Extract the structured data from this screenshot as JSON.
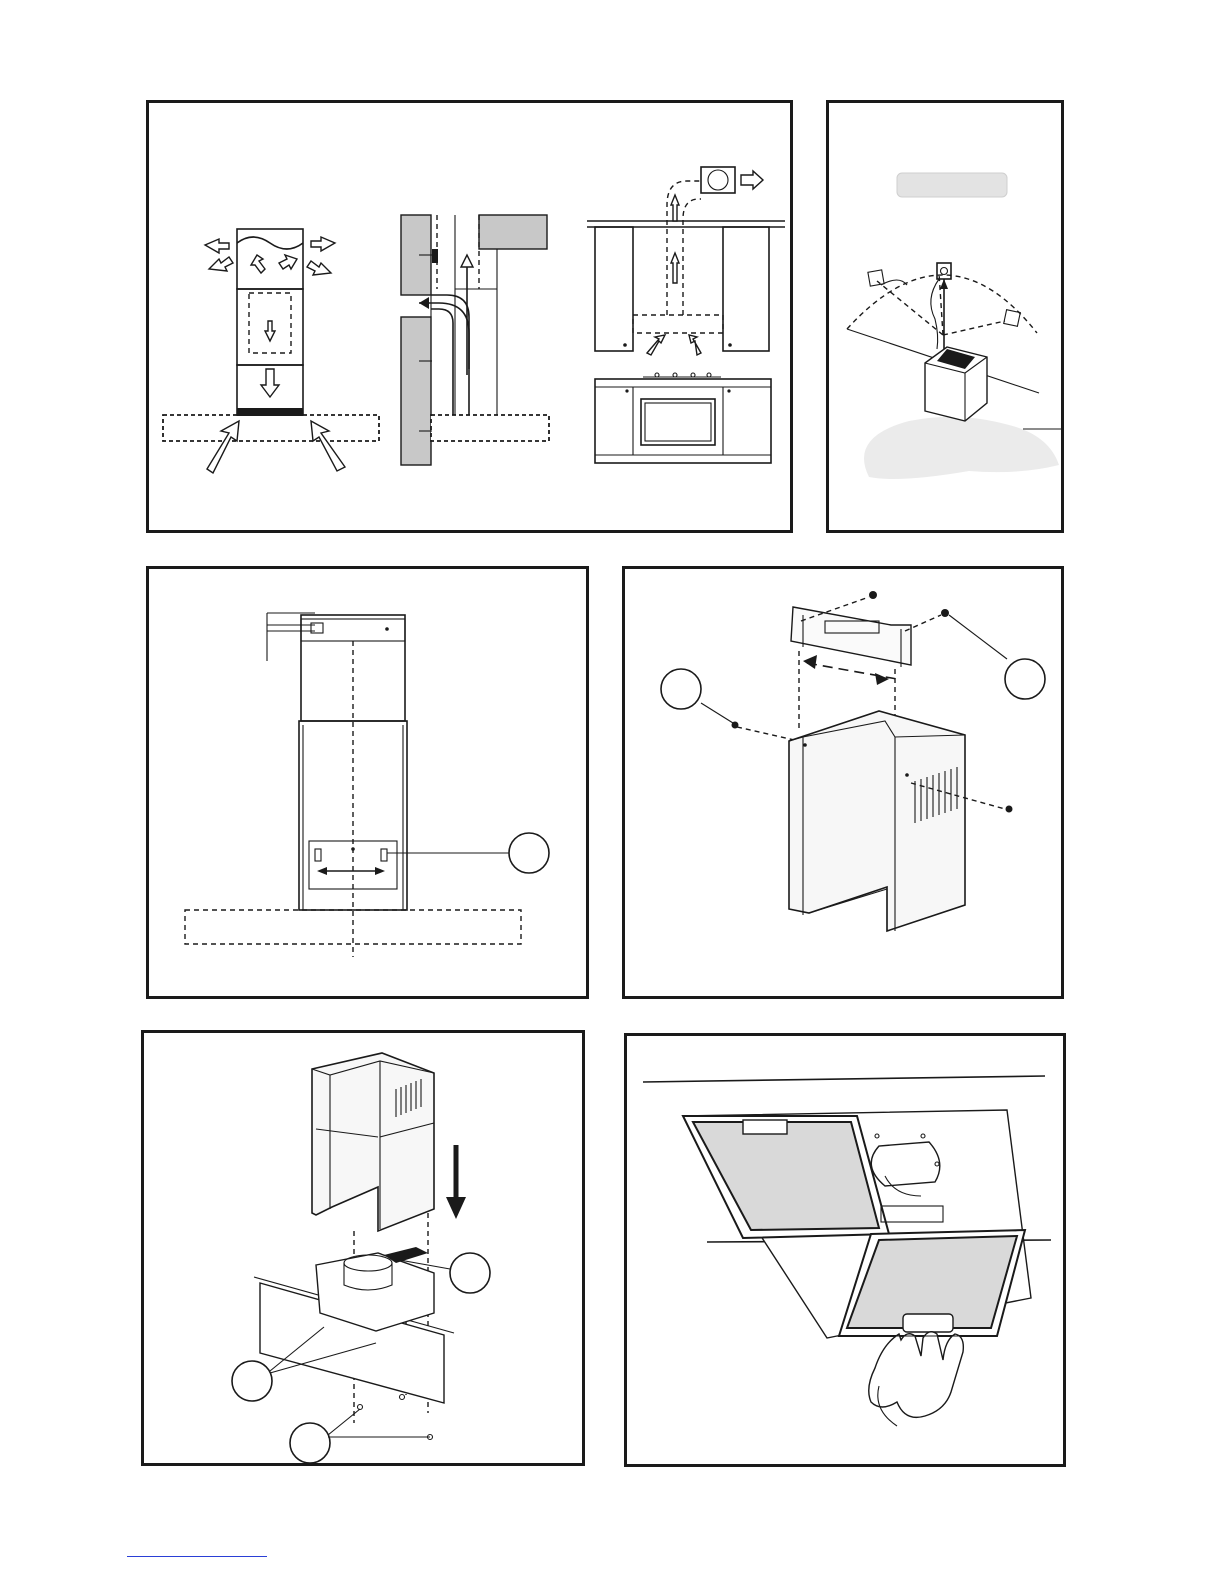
{
  "document": {
    "figures": [
      {
        "id": "venting-options",
        "subfigures": 3
      },
      {
        "id": "electrical-connection"
      },
      {
        "id": "mounting-layout"
      },
      {
        "id": "chimney-bracket"
      },
      {
        "id": "chimney-installation"
      },
      {
        "id": "grease-filter-removal"
      }
    ]
  },
  "colors": {
    "line": "#1a1a1a",
    "shade": "#c8c8c8",
    "link": "#2a3fd6"
  }
}
